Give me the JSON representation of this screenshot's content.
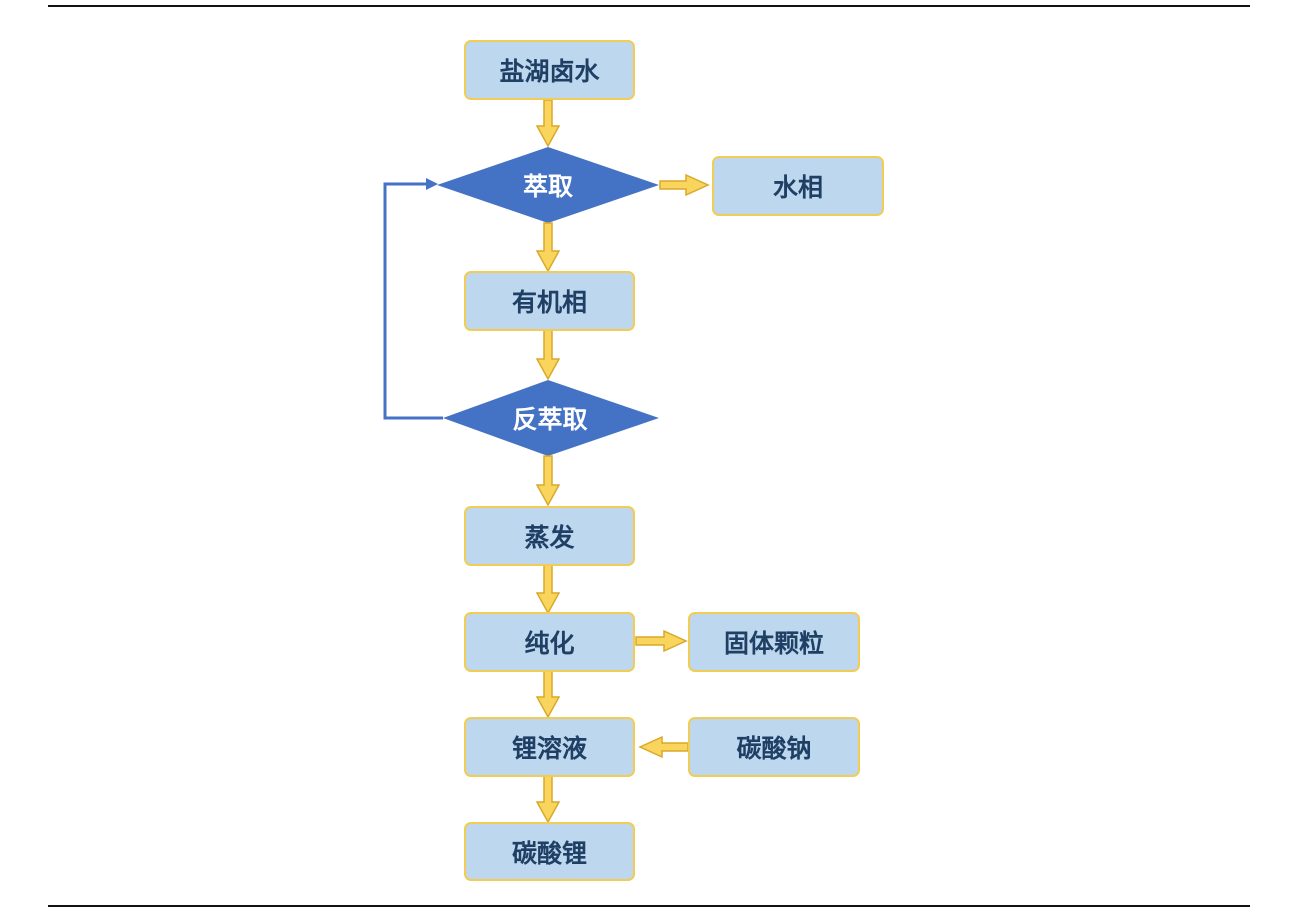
{
  "nodes": {
    "brine": "盐湖卤水",
    "extract": "萃取",
    "water_phase": "水相",
    "organic_phase": "有机相",
    "back_extract": "反萃取",
    "evaporate": "蒸发",
    "purify": "纯化",
    "solid_particles": "固体颗粒",
    "lithium_solution": "锂溶液",
    "sodium_carbonate": "碳酸钠",
    "lithium_carbonate": "碳酸锂"
  },
  "colors": {
    "box_fill": "#bdd7ee",
    "box_border": "#f2cc55",
    "box_text": "#1f3f64",
    "diamond_fill": "#4472c4",
    "arrow_fill": "#f9d55e",
    "arrow_stroke": "#d9a92a",
    "loop_line": "#4472c4"
  }
}
